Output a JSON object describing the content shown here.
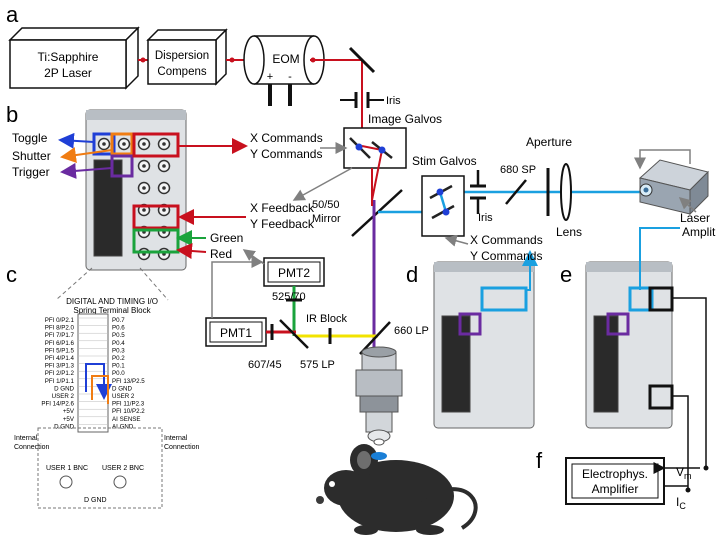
{
  "panels": {
    "a": "a",
    "b": "b",
    "c": "c",
    "d": "d",
    "e": "e",
    "f": "f"
  },
  "components": {
    "laser_line1": "Ti:Sapphire",
    "laser_line2": "2P Laser",
    "dispersion_line1": "Dispersion",
    "dispersion_line2": "Compens",
    "eom": "EOM",
    "eom_plus": "+",
    "eom_minus": "-",
    "iris": "Iris",
    "image_galvos": "Image Galvos",
    "stim_galvos": "Stim Galvos",
    "aperture": "Aperture",
    "sp680": "680 SP",
    "iris2": "Iris",
    "lens": "Lens",
    "mirror_line1": "50/50",
    "mirror_line2": "Mirror",
    "pmt1": "PMT1",
    "pmt2": "PMT2",
    "f525": "525/70",
    "f607": "607/45",
    "lp575": "575 LP",
    "ir_block": "IR Block",
    "lp660": "660 LP",
    "amp_line1": "Electrophys.",
    "amp_line2": "Amplifier",
    "vm": "V",
    "vm_sub": "m",
    "ic": "I",
    "ic_sub": "C"
  },
  "signals": {
    "toggle": "Toggle",
    "shutter": "Shutter",
    "trigger": "Trigger",
    "x_commands": "X Commands",
    "y_commands": "Y Commands",
    "x_feedback": "X Feedback",
    "y_feedback": "Y Feedback",
    "green": "Green",
    "red": "Red",
    "x_commands2": "X Commands",
    "y_commands2": "Y Commands",
    "laser_amp1": "Laser",
    "laser_amp2": "Amplitude"
  },
  "pinout": {
    "title1": "DIGITAL AND TIMING I/O",
    "title2": "Spring Terminal Block",
    "left": [
      "PFI 0/P2.1",
      "PFI 8/P2.0",
      "PFI 7/P1.7",
      "PFI 6/P1.6",
      "PFI 5/P1.5",
      "PFI 4/P1.4",
      "PFI 3/P1.3",
      "PFI 2/P1.2",
      "PFI 1/P1.1",
      "D GND",
      "USER 2",
      "PFI 14/P2.6",
      "+5V",
      "+5V",
      "D GND"
    ],
    "right": [
      "P0.7",
      "P0.6",
      "P0.5",
      "P0.4",
      "P0.3",
      "P0.2",
      "P0.1",
      "P0.0",
      "PFI 13/P2.5",
      "D GND",
      "USER 2",
      "PFI 11/P2.3",
      "PFI 10/P2.2",
      "AI SENSE",
      "AI GND"
    ],
    "internal_left1": "Internal",
    "internal_left2": "Connection",
    "internal_right1": "Internal",
    "internal_right2": "Connection",
    "user1_bnc": "USER 1 BNC",
    "user2_bnc": "USER 2 BNC",
    "dgnd": "D GND"
  },
  "colors": {
    "red": "#c8101e",
    "purple": "#6a2ba0",
    "green": "#1aa33c",
    "yellow": "#f2e300",
    "cyan": "#1aa0e0",
    "blue": "#1f3fd6",
    "orange": "#f07c12",
    "gray": "#808080"
  }
}
